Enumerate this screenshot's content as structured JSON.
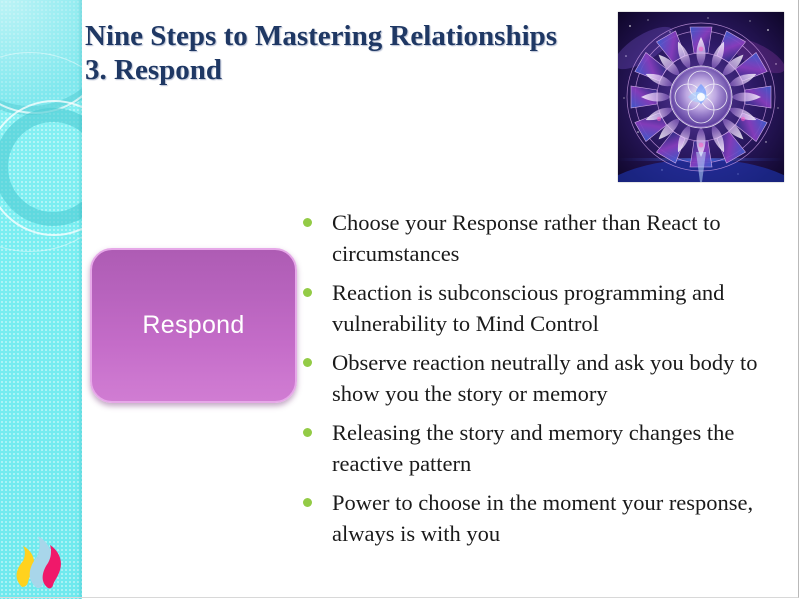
{
  "slide": {
    "title_lines": [
      "Nine Steps to Mastering Relationships",
      "3. Respond"
    ],
    "title_color": "#1F3864",
    "background_color": "#FFFFFF"
  },
  "side_band": {
    "name": "decorative-cyan-band",
    "base_color": "#79EEF1",
    "arc_color": "#4ECBD4",
    "texture": "dotted"
  },
  "logo": {
    "name": "flame-logo",
    "flame_colors": [
      "#FFD21E",
      "#A8D6EA",
      "#F0186A"
    ]
  },
  "picture": {
    "name": "cosmic-mandala-image",
    "alt": "Cosmic mandala flower of life over a starfield",
    "palette": [
      "#12062E",
      "#6E3AA8",
      "#3C5CC8",
      "#E4C8F2",
      "#FF4FB0",
      "#FFFFFF"
    ]
  },
  "shape": {
    "label": "Respond",
    "fill_top": "#AE5CB4",
    "fill_bottom": "#D07CD2",
    "border_color": "#E6A8E8",
    "text_color": "#FFFFFF"
  },
  "bullets": {
    "marker_color": "#93CB46",
    "text_color": "#1A1A1A",
    "items": [
      "Choose your Response rather than React to circumstances",
      "Reaction is subconscious programming and vulnerability to Mind Control",
      "Observe reaction neutrally and ask you body to show you the story or memory",
      "Releasing the story and memory changes the reactive pattern",
      "Power to choose in the moment your response, always is with you"
    ]
  }
}
